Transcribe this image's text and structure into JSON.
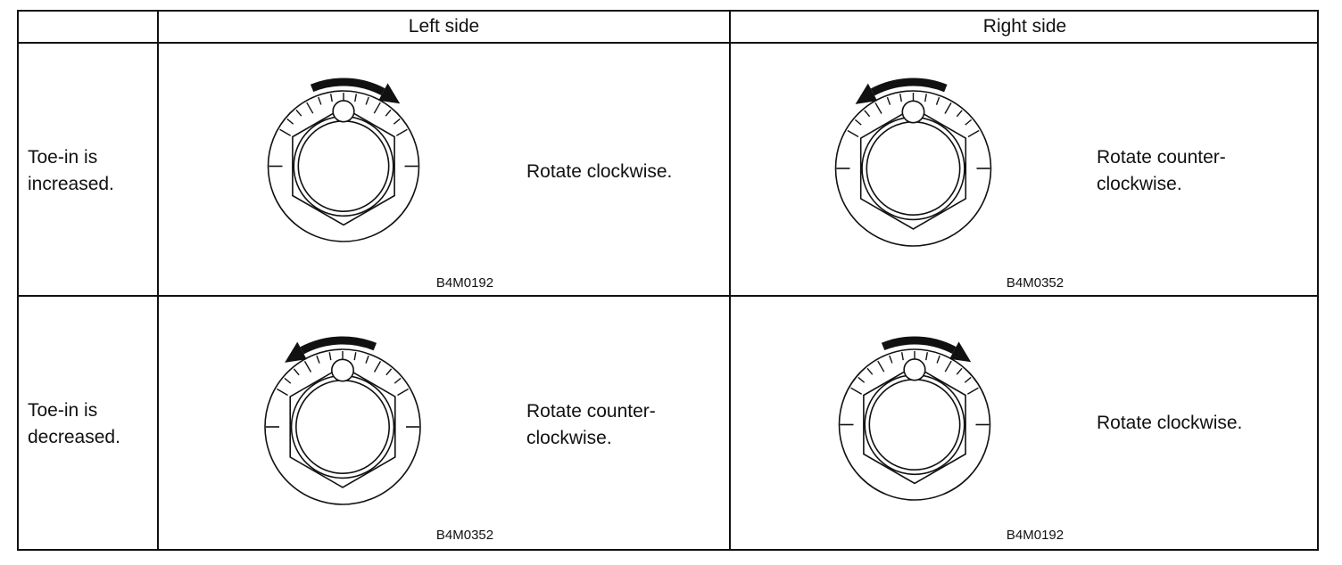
{
  "table": {
    "columns": [
      "",
      "Left side",
      "Right side"
    ],
    "rows": [
      {
        "condition": "Toe-in is\nincreased.",
        "left": {
          "instruction": "Rotate clockwise.",
          "figure_code": "B4M0192",
          "rotation": "clockwise"
        },
        "right": {
          "instruction": "Rotate counter-\nclockwise.",
          "figure_code": "B4M0352",
          "rotation": "counter-clockwise"
        }
      },
      {
        "condition": "Toe-in is\ndecreased.",
        "left": {
          "instruction": "Rotate counter-\nclockwise.",
          "figure_code": "B4M0352",
          "rotation": "counter-clockwise"
        },
        "right": {
          "instruction": "Rotate clockwise.",
          "figure_code": "B4M0192",
          "rotation": "clockwise"
        }
      }
    ]
  }
}
